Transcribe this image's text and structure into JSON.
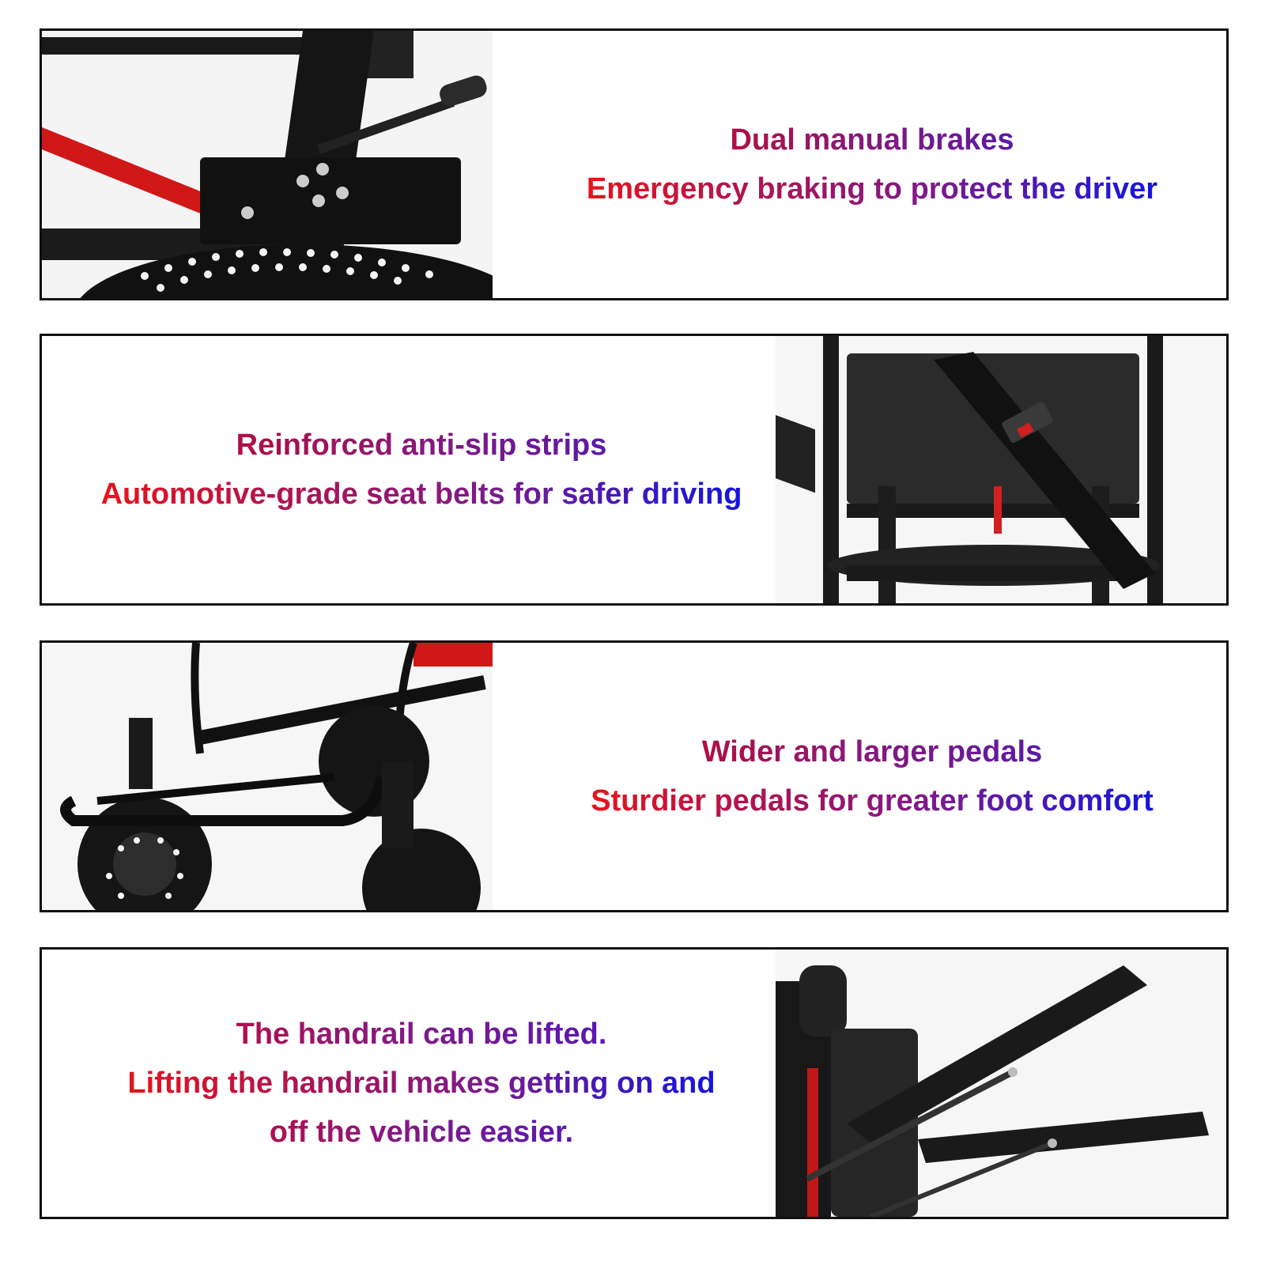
{
  "panels": [
    {
      "photo": "brake-lever-photo",
      "lines": [
        "Dual manual brakes",
        "Emergency braking to protect the driver"
      ]
    },
    {
      "photo": "seat-belt-photo",
      "lines": [
        "Reinforced anti-slip strips",
        "Automotive-grade seat belts for safer driving"
      ]
    },
    {
      "photo": "footrest-pedal-photo",
      "lines": [
        "Wider and larger pedals",
        "Sturdier pedals for greater foot comfort"
      ]
    },
    {
      "photo": "lifting-armrest-photo",
      "lines": [
        "The handrail can be lifted.",
        "Lifting the handrail makes getting on and",
        "off the vehicle easier."
      ]
    }
  ]
}
